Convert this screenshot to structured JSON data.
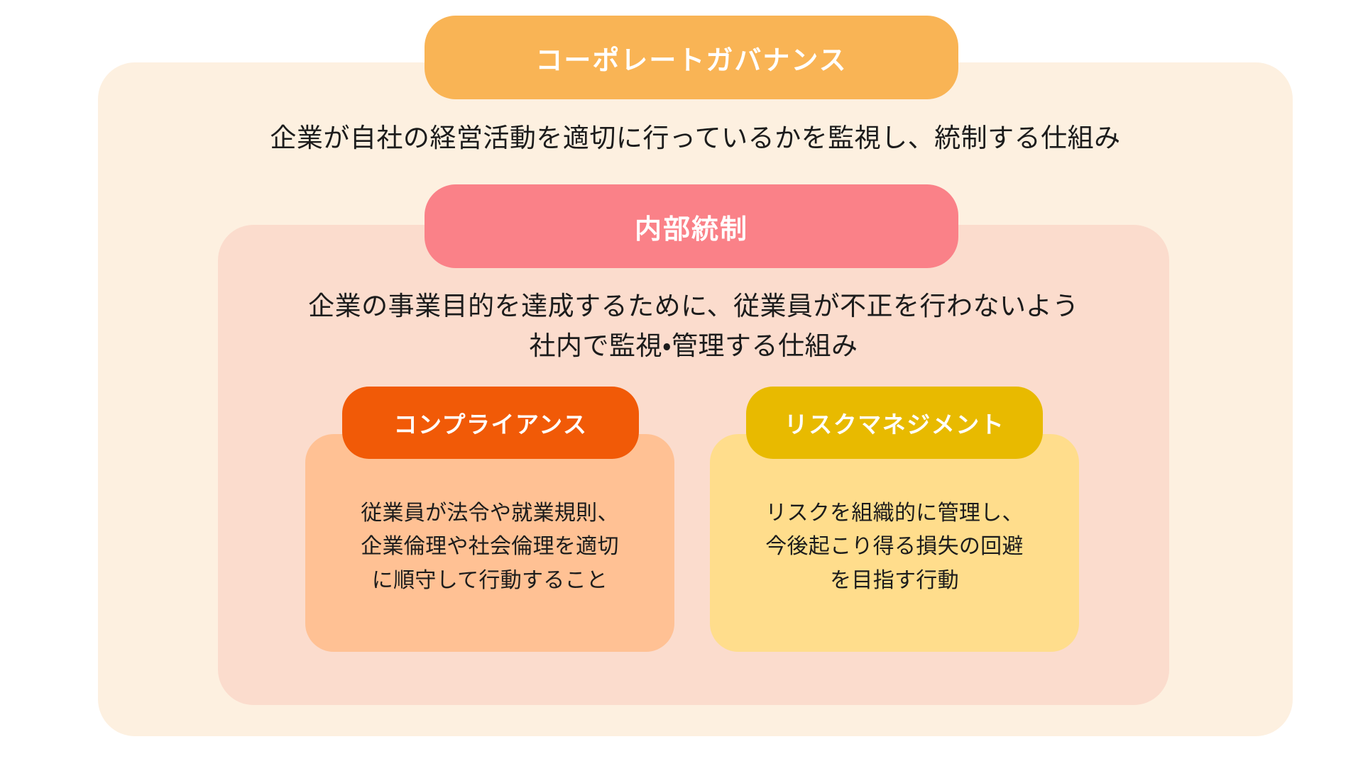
{
  "diagram": {
    "title": "コーポレートガバナンス",
    "type": "nested-hierarchy",
    "levels": [
      {
        "id": "corporate-governance",
        "badge_label": "コーポレートガバナンス",
        "description_lines": [
          "企業が自社の経営活動を適切に行っているかを監視し、統制する仕組み"
        ],
        "badge_color": "#F9B455",
        "panel_color": "#FDF0E0"
      },
      {
        "id": "internal-control",
        "badge_label": "内部統制",
        "description_lines": [
          "企業の事業目的を達成するために、従業員が不正を行わないよう",
          "社内で監視・管理する仕組み"
        ],
        "badge_color": "#FA8188",
        "panel_color": "#FBDCCD"
      }
    ],
    "leaves": [
      {
        "id": "compliance",
        "badge_label": "コンプライアンス",
        "description_lines": [
          "従業員が法令や就業規則、",
          "企業倫理や社会倫理を適切",
          "に順守して行動すること"
        ],
        "badge_color": "#F15A07",
        "card_color": "#FFC194"
      },
      {
        "id": "risk-management",
        "badge_label": "リスクマネジメント",
        "description_lines": [
          "リスクを組織的に管理し、",
          "今後起こり得る損失の回避",
          "を目指す行動"
        ],
        "badge_color": "#E8BA00",
        "card_color": "#FFDD8C"
      }
    ]
  }
}
